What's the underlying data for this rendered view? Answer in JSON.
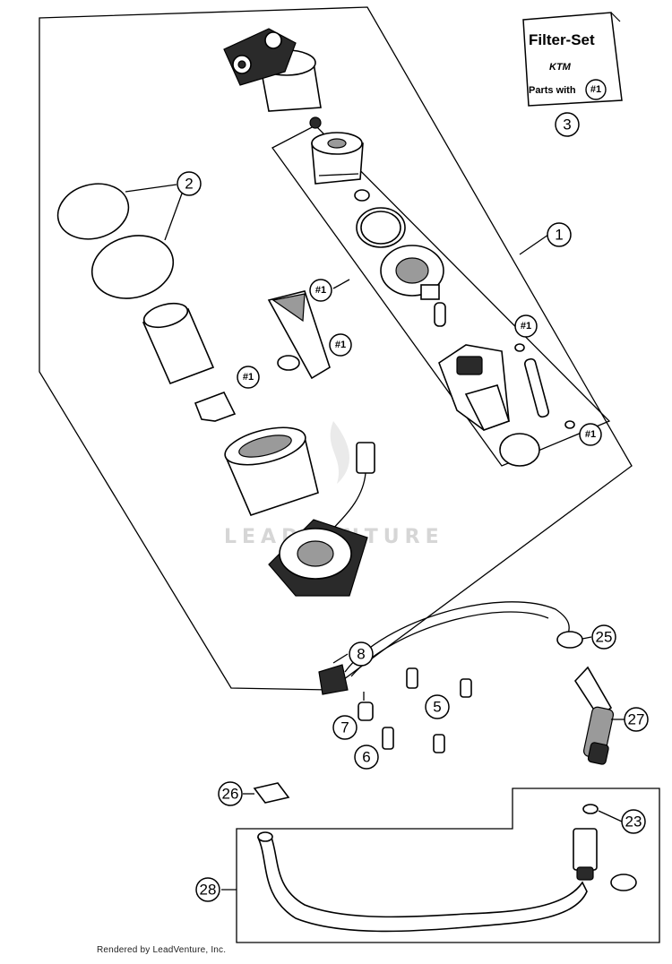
{
  "diagram": {
    "callouts": [
      {
        "id": "c1",
        "label": "1"
      },
      {
        "id": "c2",
        "label": "2"
      },
      {
        "id": "c3",
        "label": "3"
      },
      {
        "id": "c5",
        "label": "5"
      },
      {
        "id": "c6",
        "label": "6"
      },
      {
        "id": "c7",
        "label": "7"
      },
      {
        "id": "c8",
        "label": "8"
      },
      {
        "id": "c23",
        "label": "23"
      },
      {
        "id": "c25",
        "label": "25"
      },
      {
        "id": "c26",
        "label": "26"
      },
      {
        "id": "c27",
        "label": "27"
      },
      {
        "id": "c28",
        "label": "28"
      }
    ],
    "ref_tags": [
      "#1",
      "#1",
      "#1",
      "#1",
      "#1",
      "#1"
    ],
    "filter_set_box": {
      "title": "Filter-Set",
      "brand": "KTM",
      "subtitle": "Parts with",
      "ref": "#1"
    },
    "watermark": "LEADVENTURE",
    "credit": "Rendered by LeadVenture, Inc."
  }
}
